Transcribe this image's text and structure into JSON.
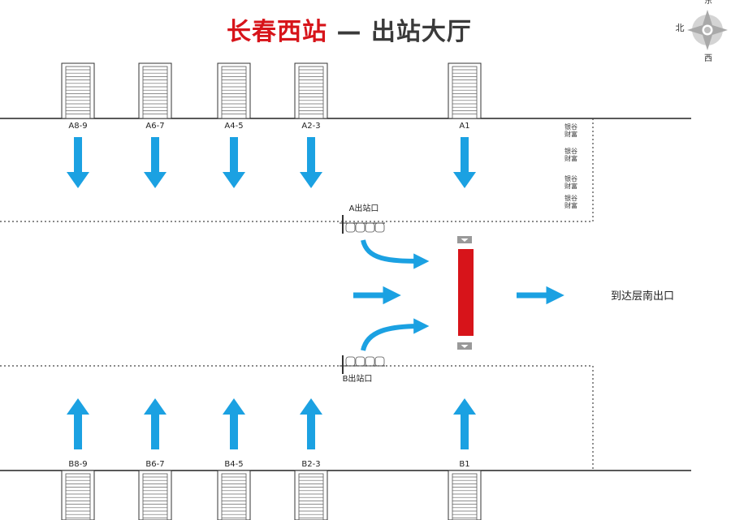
{
  "title": {
    "station": "长春西站",
    "rest": " — 出站大厅"
  },
  "compass": {
    "north": "北",
    "west": "西",
    "east": "东"
  },
  "top_platforms": [
    "A8-9",
    "A6-7",
    "A4-5",
    "A2-3",
    "A1"
  ],
  "bottom_platforms": [
    "B8-9",
    "B6-7",
    "B4-5",
    "B2-3",
    "B1"
  ],
  "gates": {
    "a": "A出站口",
    "b": "B出站口"
  },
  "shop_signs": [
    "银谷\n财富",
    "银谷\n财富",
    "银谷\n财富",
    "银谷\n财富"
  ],
  "exit_label": "到达层南出口",
  "colors": {
    "arrow": "#1ba1e2",
    "red": "#d7141a",
    "gray": "#999999"
  }
}
